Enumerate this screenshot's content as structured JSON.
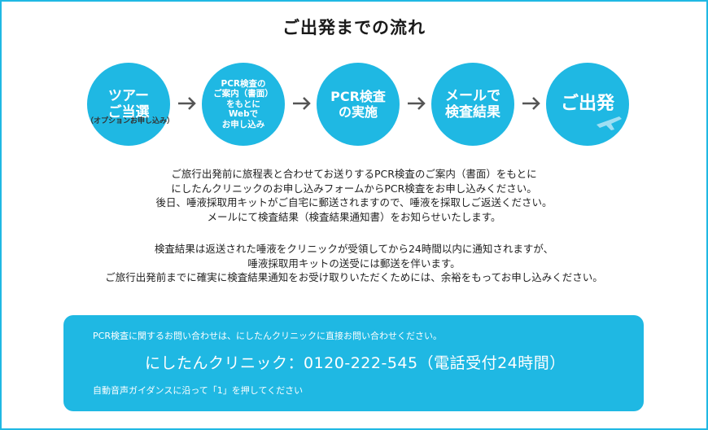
{
  "title": "ご出発までの流れ",
  "steps": [
    {
      "label": "ツアー\nご当選",
      "note": "（オプションお申し込み）"
    },
    {
      "label": "PCR検査の\nご案内（書面）\nをもとに\nWebで\nお申し込み"
    },
    {
      "label": "PCR検査\nの実施"
    },
    {
      "label": "メールで\n検査結果"
    },
    {
      "label": "ご出発"
    }
  ],
  "paragraph1": [
    "ご旅行出発前に旅程表と合わせてお送りするPCR検査のご案内（書面）をもとに",
    "にしたんクリニックのお申し込みフォームからPCR検査をお申し込みください。",
    "後日、唾液採取用キットがご自宅に郵送されますので、唾液を採取しご返送ください。",
    "メールにて検査結果（検査結果通知書）をお知らせいたします。"
  ],
  "paragraph2": [
    "検査結果は返送された唾液をクリニックが受領してから24時間以内に通知されますが、",
    "唾液採取用キットの送受には郵送を伴います。",
    "ご旅行出発前までに確実に検査結果通知をお受け取りいただくためには、余裕をもってお申し込みください。"
  ],
  "contact": {
    "intro": "PCR検査に関するお問い合わせは、にしたんクリニックに直接お問い合わせください。",
    "phone": "にしたんクリニック：0120-222-545（電話受付24時間）",
    "note": "自動音声ガイダンスに沿って「1」を押してください"
  },
  "colors": {
    "accent": "#1fb8e3",
    "highlight": "#f6f7a8"
  },
  "icons": [
    "arrow-right-icon",
    "airplane-icon"
  ]
}
